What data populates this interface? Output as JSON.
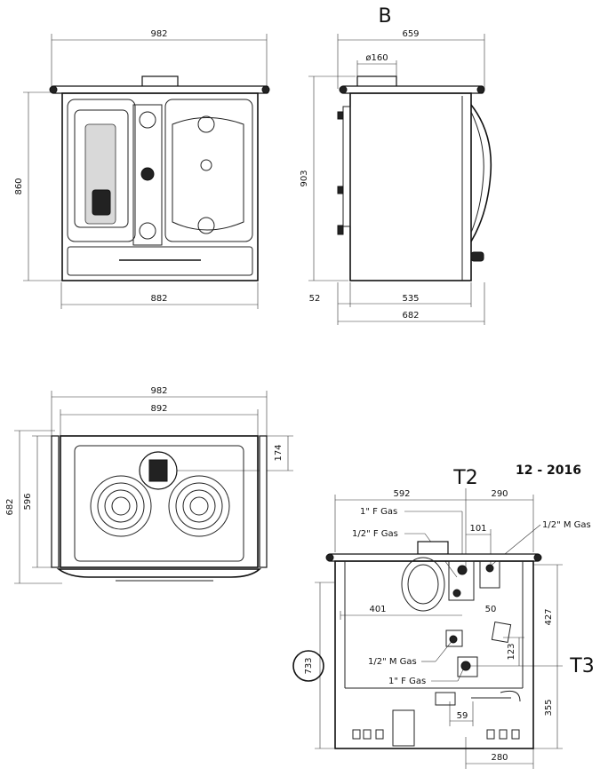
{
  "front_view": {
    "width_top": "982",
    "height_left": "860",
    "width_bottom": "882"
  },
  "side_view": {
    "section_label": "B",
    "width_top": "659",
    "flue_diameter": "ø160",
    "height_left": "903",
    "offset_left": "52",
    "depth_mid": "535",
    "depth_total": "682"
  },
  "top_view": {
    "width_outer": "982",
    "width_inner": "892",
    "depth_outer": "682",
    "depth_inner": "596",
    "flue_offset": "174"
  },
  "rear_view": {
    "label_t2": "T2",
    "label_t3": "T3",
    "date_label": "12 - 2016",
    "dim_592": "592",
    "dim_290": "290",
    "dim_101": "101",
    "dim_401": "401",
    "dim_50": "50",
    "dim_427": "427",
    "dim_123": "123",
    "dim_733": "733",
    "dim_355": "355",
    "dim_59": "59",
    "dim_280": "280",
    "conn_1f_top": "1\" F Gas",
    "conn_half_f": "1/2\" F Gas",
    "conn_half_m_right": "1/2\" M Gas",
    "conn_half_m_left": "1/2\" M Gas",
    "conn_1f_bottom": "1\" F Gas"
  }
}
